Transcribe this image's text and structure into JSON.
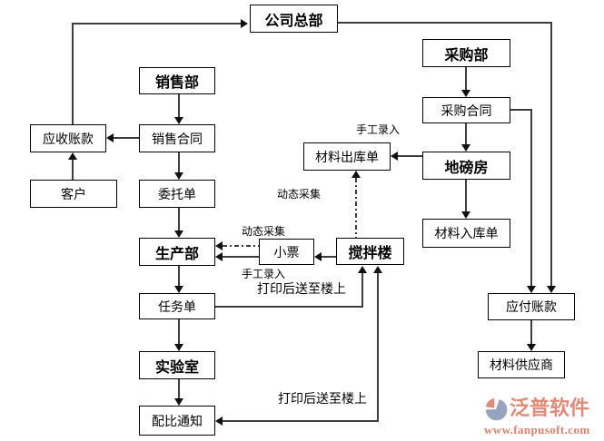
{
  "diagram": {
    "nodes": [
      {
        "id": "company-hq",
        "label": "公司总部",
        "bold": true
      },
      {
        "id": "sales-dept",
        "label": "销售部",
        "bold": true
      },
      {
        "id": "accounts-receivable",
        "label": "应收账款",
        "bold": false
      },
      {
        "id": "sales-contract",
        "label": "销售合同",
        "bold": false
      },
      {
        "id": "customer",
        "label": "客户",
        "bold": false
      },
      {
        "id": "delegation-order",
        "label": "委托单",
        "bold": false
      },
      {
        "id": "purchasing-dept",
        "label": "采购部",
        "bold": true
      },
      {
        "id": "purchase-contract",
        "label": "采购合同",
        "bold": false
      },
      {
        "id": "material-outbound-order",
        "label": "材料出库单",
        "bold": false
      },
      {
        "id": "weighbridge-room",
        "label": "地磅房",
        "bold": true
      },
      {
        "id": "material-inbound-order",
        "label": "材料入库单",
        "bold": false
      },
      {
        "id": "production-dept",
        "label": "生产部",
        "bold": true
      },
      {
        "id": "ticket",
        "label": "小票",
        "bold": false
      },
      {
        "id": "mixing-tower",
        "label": "搅拌楼",
        "bold": true
      },
      {
        "id": "task-order",
        "label": "任务单",
        "bold": false
      },
      {
        "id": "laboratory",
        "label": "实验室",
        "bold": true
      },
      {
        "id": "mix-ratio-notice",
        "label": "配比通知",
        "bold": false
      },
      {
        "id": "accounts-payable",
        "label": "应付账款",
        "bold": false
      },
      {
        "id": "material-supplier",
        "label": "材料供应商",
        "bold": false
      }
    ],
    "edge_labels": {
      "manual_entry_top": "手工录入",
      "dynamic_capture_top": "动态采集",
      "dynamic_capture_mid": "动态采集",
      "manual_entry_mid": "手工录入",
      "print_send_upstairs_upper": "打印后送至楼上",
      "print_send_upstairs_lower": "打印后送至楼上"
    },
    "edges": [
      {
        "from": "accounts-receivable",
        "to": "company-hq",
        "style": "solid"
      },
      {
        "from": "sales-dept",
        "to": "sales-contract",
        "style": "solid"
      },
      {
        "from": "sales-contract",
        "to": "accounts-receivable",
        "style": "solid"
      },
      {
        "from": "customer",
        "to": "accounts-receivable",
        "style": "solid"
      },
      {
        "from": "sales-contract",
        "to": "delegation-order",
        "style": "solid"
      },
      {
        "from": "delegation-order",
        "to": "production-dept",
        "style": "solid"
      },
      {
        "from": "production-dept",
        "to": "task-order",
        "style": "solid"
      },
      {
        "from": "task-order",
        "to": "laboratory",
        "style": "solid"
      },
      {
        "from": "laboratory",
        "to": "mix-ratio-notice",
        "style": "solid"
      },
      {
        "from": "purchasing-dept",
        "to": "purchase-contract",
        "style": "solid"
      },
      {
        "from": "purchase-contract",
        "to": "weighbridge-room",
        "style": "solid"
      },
      {
        "from": "weighbridge-room",
        "to": "material-outbound-order",
        "style": "solid",
        "label": "manual_entry_top"
      },
      {
        "from": "weighbridge-room",
        "to": "material-inbound-order",
        "style": "solid"
      },
      {
        "from": "mixing-tower",
        "to": "material-outbound-order",
        "style": "dashdot",
        "label": "dynamic_capture_top"
      },
      {
        "from": "ticket",
        "to": "production-dept",
        "style": "dashdot",
        "label": "dynamic_capture_mid"
      },
      {
        "from": "ticket",
        "to": "production-dept",
        "style": "solid",
        "label": "manual_entry_mid"
      },
      {
        "from": "mixing-tower",
        "to": "ticket",
        "style": "solid"
      },
      {
        "from": "task-order",
        "to": "mixing-tower",
        "style": "solid",
        "label": "print_send_upstairs_upper"
      },
      {
        "from": "mixing-tower",
        "to": "mix-ratio-notice",
        "style": "solid",
        "bidirectional": true,
        "label": "print_send_upstairs_lower"
      },
      {
        "from": "company-hq",
        "to": "accounts-payable",
        "style": "solid"
      },
      {
        "from": "purchase-contract",
        "to": "accounts-payable",
        "style": "solid"
      },
      {
        "from": "accounts-payable",
        "to": "material-supplier",
        "style": "solid"
      }
    ],
    "logo": {
      "brand": "泛普软件",
      "website": "www.fanpusoft.com",
      "brand_color": "#e08b78",
      "mark_swoosh_color": "#9aa3bd",
      "mark_accent_color": "#e08b78"
    }
  }
}
